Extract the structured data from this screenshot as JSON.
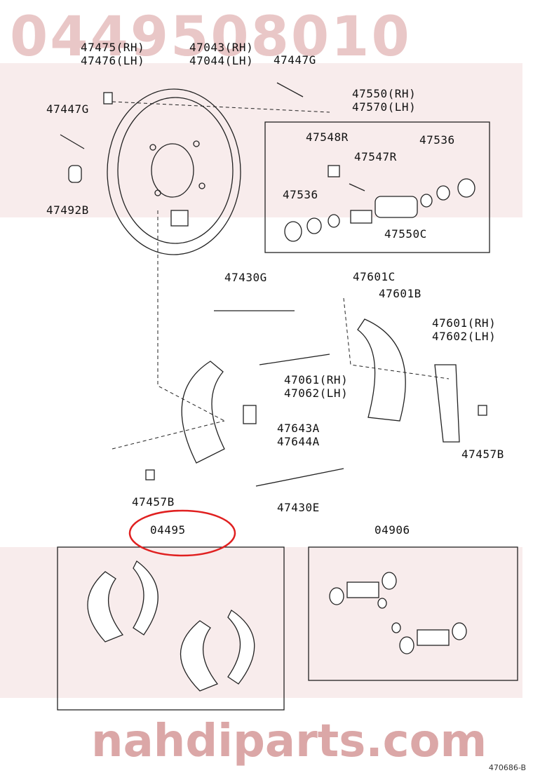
{
  "watermark": {
    "part_number": "0449508010",
    "site": "nahdiparts.com"
  },
  "labels": {
    "l47475": "47475(RH)\n47476(LH)",
    "l47043": "47043(RH)\n47044(LH)",
    "l47447g_top": "47447G",
    "l47447g_left": "47447G",
    "l47550": "47550(RH)\n47570(LH)",
    "l47548r": "47548R",
    "l47547r": "47547R",
    "l47536_right": "47536",
    "l47536_left": "47536",
    "l47550c": "47550C",
    "l47492b": "47492B",
    "l47430g": "47430G",
    "l47601c": "47601C",
    "l47601b": "47601B",
    "l47601": "47601(RH)\n47602(LH)",
    "l47061": "47061(RH)\n47062(LH)",
    "l47643": "47643A\n47644A",
    "l47457b_right": "47457B",
    "l47457b_left": "47457B",
    "l47430e": "47430E",
    "l04495": "04495",
    "l04906": "04906"
  },
  "reference_code": "470686-B"
}
